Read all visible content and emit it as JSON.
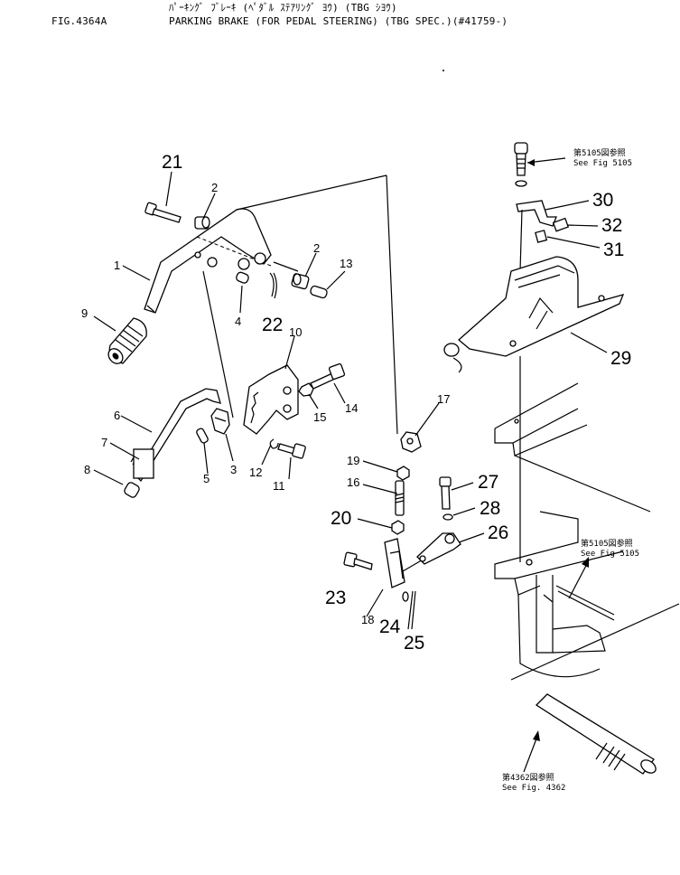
{
  "header": {
    "fig_code": "FIG.4364A",
    "title_jp": "ﾊﾟｰｷﾝｸﾞ ﾌﾞﾚｰｷ (ﾍﾟﾀﾞﾙ ｽﾃｱﾘﾝｸﾞ ﾖｳ) (TBG ｼﾖｳ)",
    "title_en": "PARKING BRAKE (FOR PEDAL STEERING) (TBG SPEC.)(#41759-)"
  },
  "references": [
    {
      "jp": "第5105図参照",
      "en": "See Fig 5105"
    },
    {
      "jp": "第5105図参照",
      "en": "See Fig 5105"
    },
    {
      "jp": "第4362図参照",
      "en": "See Fig. 4362"
    }
  ],
  "callouts": [
    "21",
    "2",
    "1",
    "9",
    "2",
    "13",
    "4",
    "22",
    "10",
    "6",
    "7",
    "8",
    "5",
    "3",
    "14",
    "15",
    "12",
    "11",
    "17",
    "19",
    "16",
    "20",
    "23",
    "18",
    "24",
    "25",
    "27",
    "28",
    "26",
    "30",
    "32",
    "31",
    "29"
  ],
  "colors": {
    "ink": "#000000",
    "paper": "#ffffff"
  }
}
